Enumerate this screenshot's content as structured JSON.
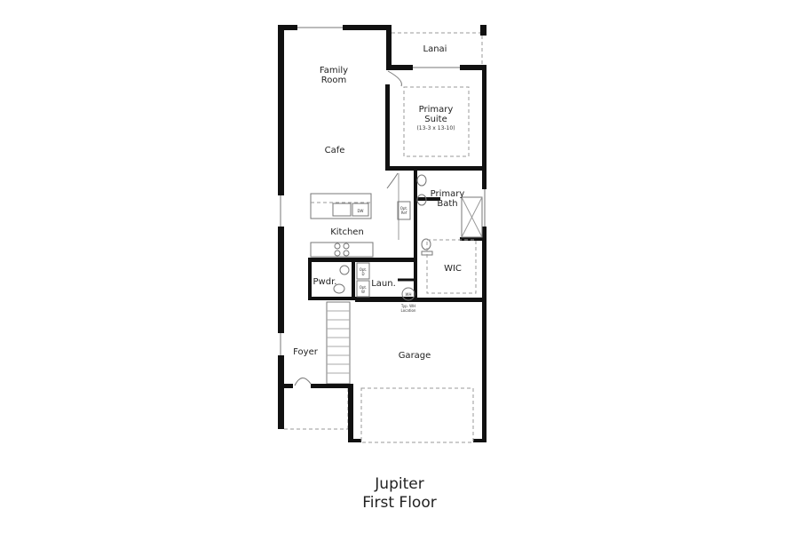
{
  "plan": {
    "rooms": {
      "lanai": "Lanai",
      "family_room_1": "Family",
      "family_room_2": "Room",
      "primary_suite_1": "Primary",
      "primary_suite_2": "Suite",
      "primary_suite_dims": "(13-3 x 13-10)",
      "cafe": "Cafe",
      "primary_bath_1": "Primary",
      "primary_bath_2": "Bath",
      "kitchen": "Kitchen",
      "wic": "WIC",
      "powder": "Pwdr.",
      "laundry": "Laun.",
      "foyer": "Foyer",
      "garage": "Garage"
    },
    "fixtures": {
      "dishwasher": "DW",
      "opt_ref_1": "Opt.",
      "opt_ref_2": "Ref",
      "opt_dryer_1": "Opt.",
      "opt_dryer_2": "D",
      "opt_washer_1": "Opt.",
      "opt_washer_2": "W",
      "water_heater": "WH",
      "wh_location_1": "Typ. WH",
      "wh_location_2": "Location"
    }
  },
  "caption": {
    "model": "Jupiter",
    "floor": "First Floor"
  }
}
